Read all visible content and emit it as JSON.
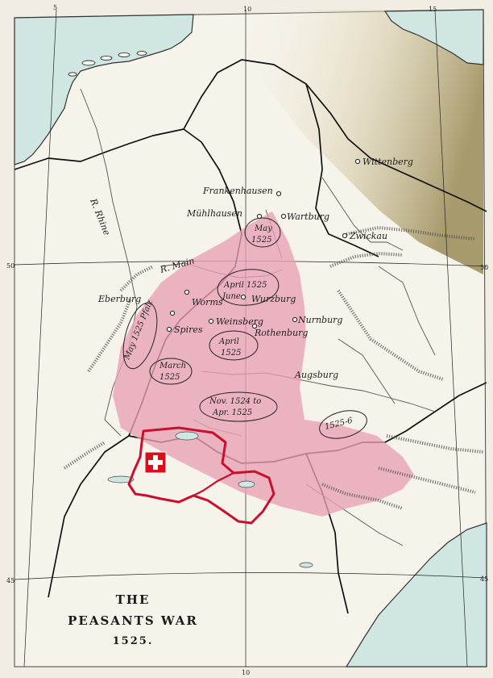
{
  "title": {
    "line1": "THE",
    "line2": "PEASANTS WAR",
    "line3": "1525."
  },
  "graticule": {
    "top": [
      "5",
      "10",
      "15"
    ],
    "left": "50",
    "right": "50",
    "bottom_left": "45",
    "bottom_right": "45",
    "bottom": "10"
  },
  "rivers": {
    "rhine": "R. Rhine",
    "main": "R. Main"
  },
  "places": {
    "frankenhausen": "Frankenhausen",
    "muhlhausen": "Mühlhausen",
    "wartburg": "Wartburg",
    "wittenberg": "Wittenberg",
    "zwickau": "Zwickau",
    "eberburg": "Eberburg",
    "worms": "Worms",
    "spires": "Spires",
    "weinsberg": "Weinsberg",
    "rothenburg": "Rothenburg",
    "nurnburg": "Nurnburg",
    "wurzburg": "Wurzburg",
    "augsburg": "Augsburg"
  },
  "dates": {
    "may_line1": "May",
    "may_line2": "1525",
    "april_line1": "April 1525",
    "april_line2": "June",
    "april2_line1": "April",
    "april2_line2": "1525",
    "march_line1": "March",
    "march_line2": "1525",
    "nov_line1": "Nov. 1524 to",
    "nov_line2": "Apr. 1525",
    "pfalz": "May 1525 Pfalz",
    "tyrol": "1525-6"
  },
  "colors": {
    "sea": "#cfe6e3",
    "land": "#f6f3ea",
    "highland": "#b3a67a",
    "revolt": "#e8a0b4",
    "swiss_border": "#c8102e",
    "swiss_flag": "#d90f1e"
  },
  "icons": {
    "swiss_flag": "swiss-cross-icon"
  }
}
